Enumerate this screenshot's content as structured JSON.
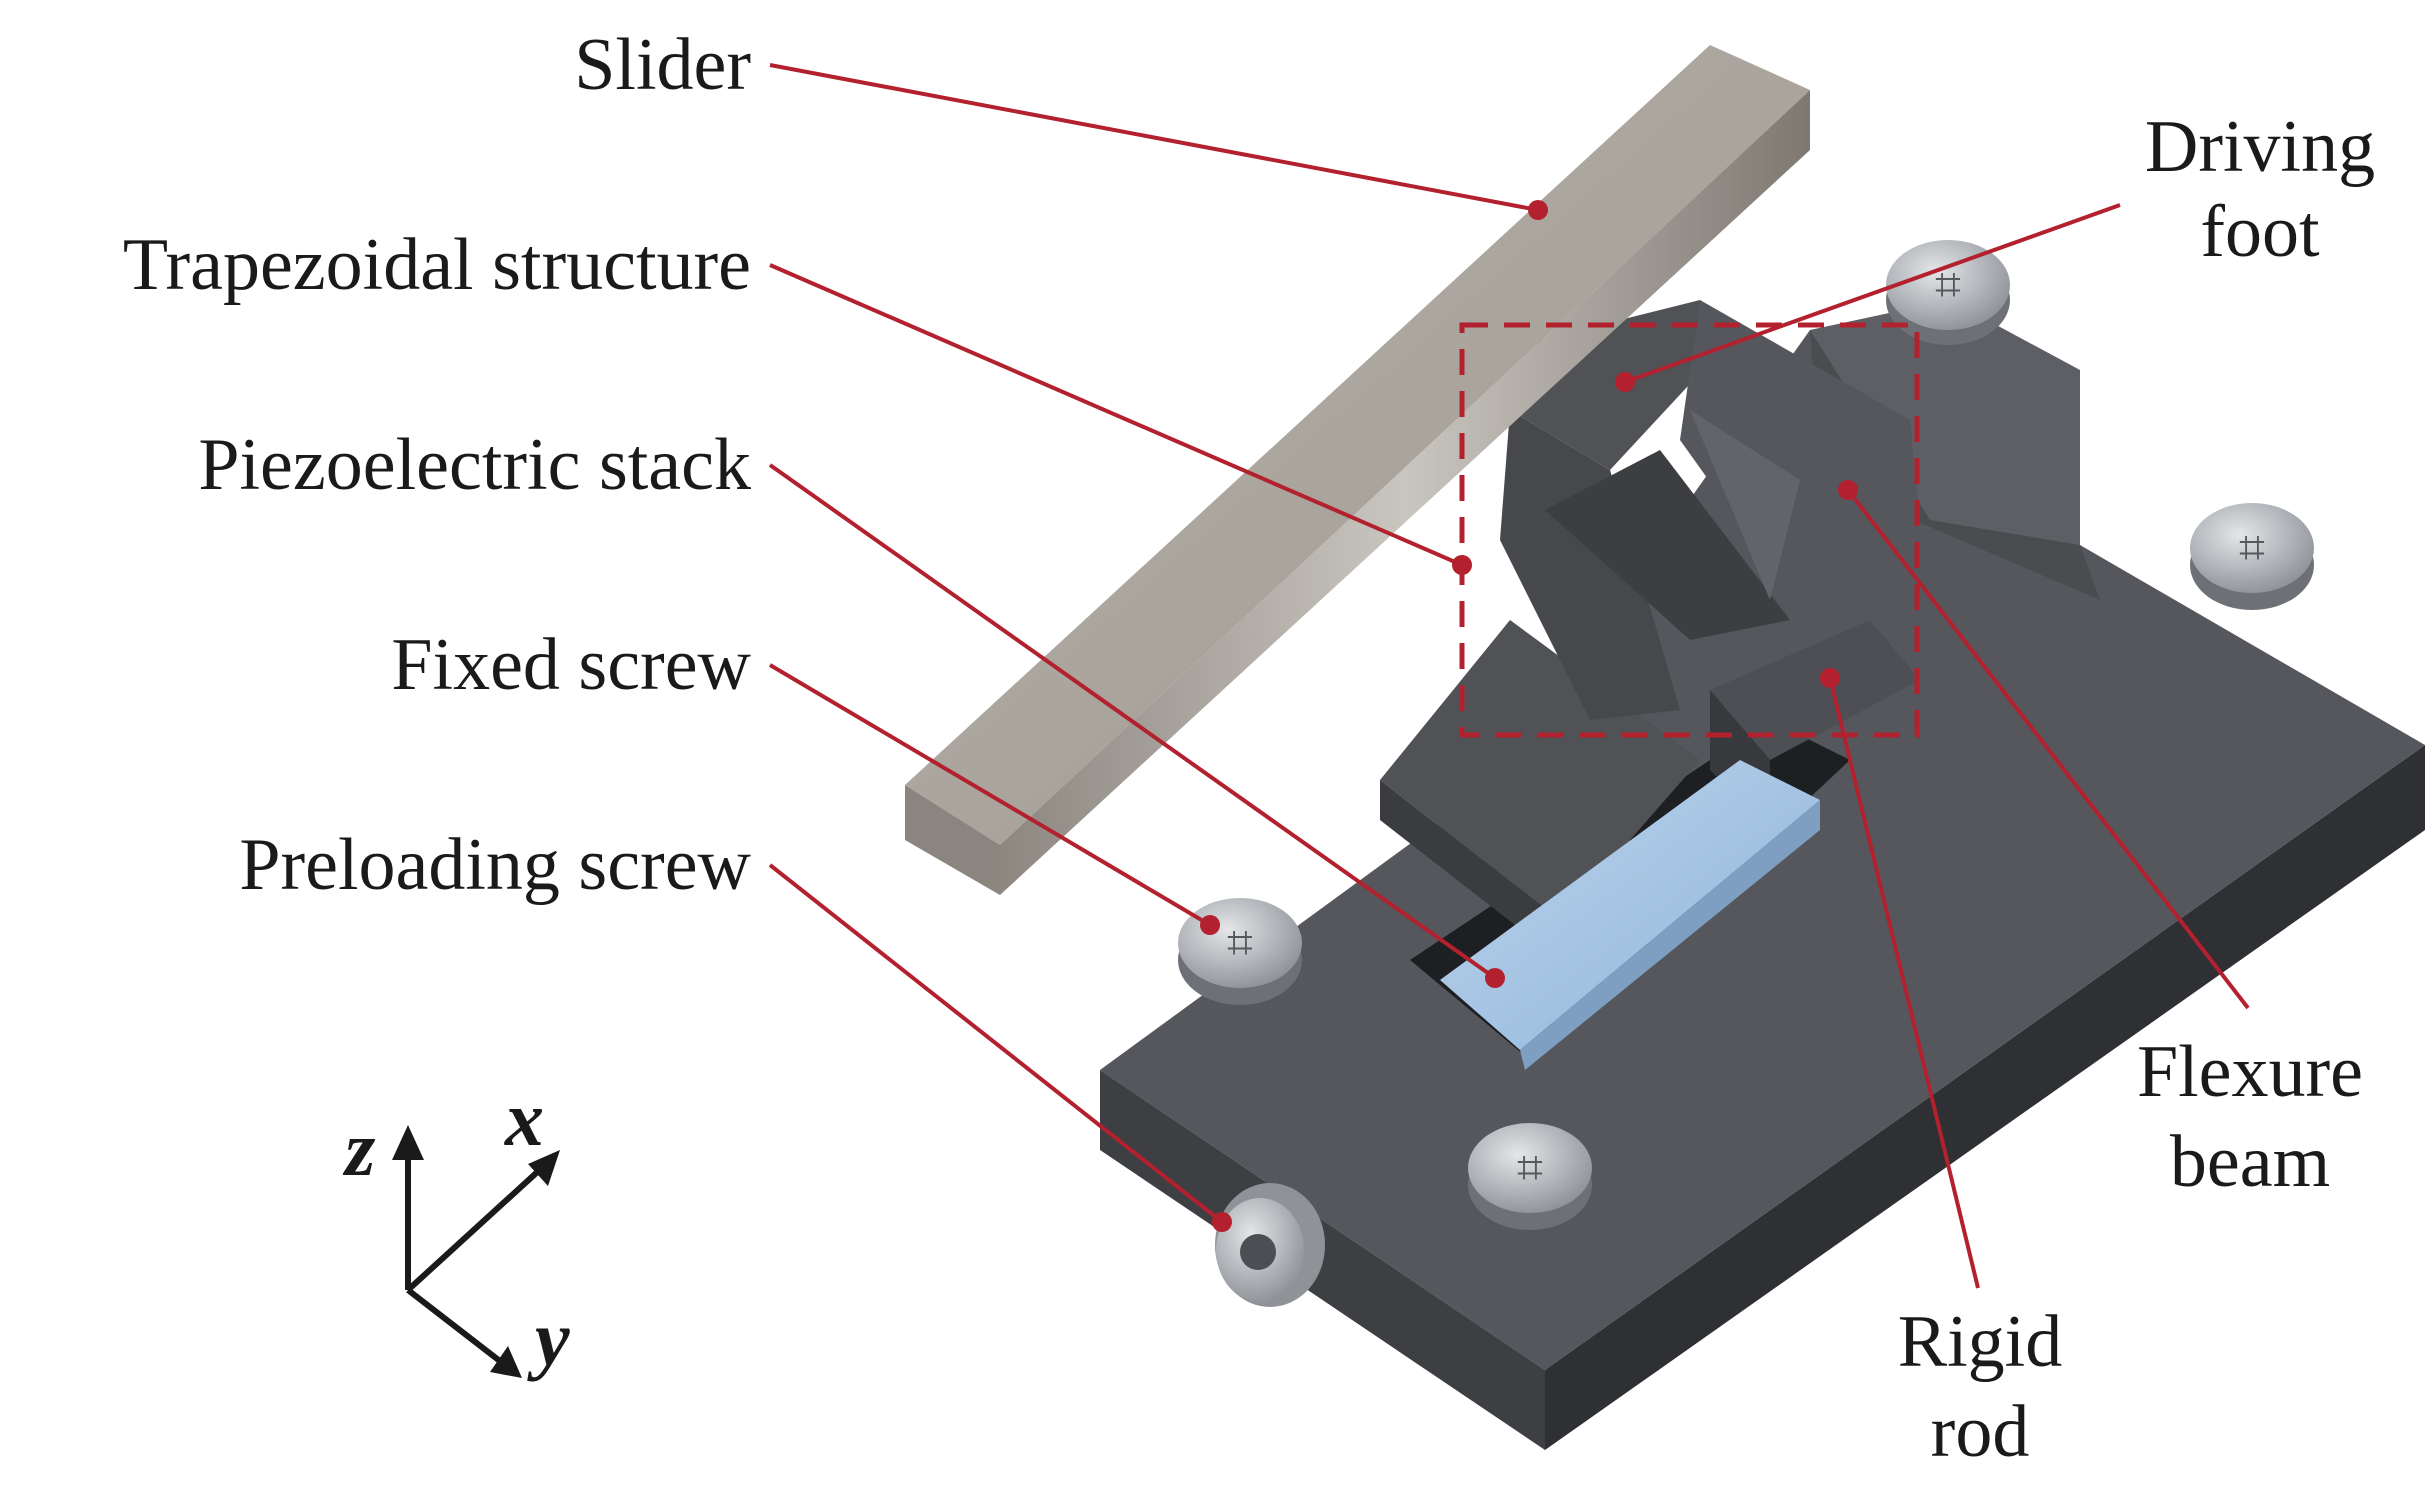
{
  "labels": {
    "slider": "Slider",
    "trapezoidal_structure": "Trapezoidal structure",
    "piezoelectric_stack": "Piezoelectric stack",
    "fixed_screw": "Fixed screw",
    "preloading_screw": "Preloading screw",
    "driving_foot_line1": "Driving",
    "driving_foot_line2": "foot",
    "flexure_beam_line1": "Flexure",
    "flexure_beam_line2": "beam",
    "rigid_rod_line1": "Rigid",
    "rigid_rod_line2": "rod"
  },
  "axes": {
    "x": "x",
    "y": "y",
    "z": "z"
  },
  "colors": {
    "leader": "#b3202e",
    "body": "#4b4d52",
    "body_top": "#5b5d62",
    "slider": "#a8a39b",
    "piezo": "#a9c9e8",
    "screw": "#b9bcc0"
  }
}
